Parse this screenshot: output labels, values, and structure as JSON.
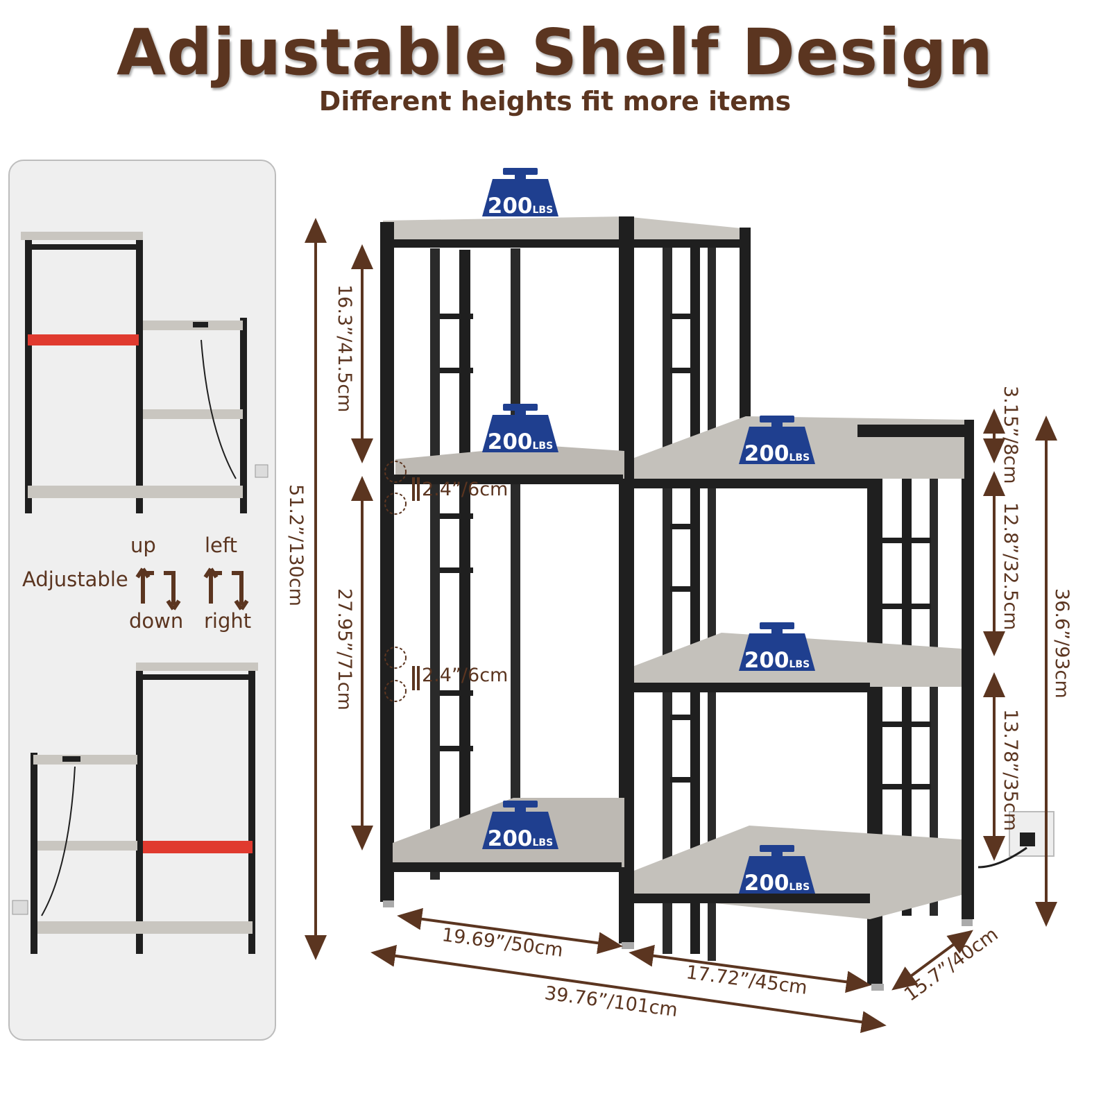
{
  "header": {
    "title": "Adjustable Shelf Design",
    "subtitle": "Different heights fit more items"
  },
  "side_panel": {
    "adjustable_label": "Adjustable",
    "up_label": "up",
    "down_label": "down",
    "left_label": "left",
    "right_label": "right"
  },
  "load_badges": {
    "value": "200",
    "unit": "LBS",
    "count": 6
  },
  "dimensions": {
    "total_height": "51.2”/130cm",
    "upper_left_opening": "16.3”/41.5cm",
    "lower_left_opening": "27.95”/71cm",
    "adjust_step_upper": "2.4”/6cm",
    "adjust_step_lower": "2.4”/6cm",
    "left_width": "19.69”/50cm",
    "right_width": "17.72”/45cm",
    "total_width": "39.76”/101cm",
    "depth": "15.7”/40cm",
    "back_rail": "3.15”/8cm",
    "right_upper_opening": "12.8”/32.5cm",
    "right_lower_opening": "13.78”/35cm",
    "right_total_height": "36.6”/93cm"
  },
  "colors": {
    "brown": "#5b3520",
    "frame": "#1f1f1f",
    "shelf": "#b9b6b0",
    "badge": "#1f3f8f",
    "highlight": "#e03a2f"
  }
}
